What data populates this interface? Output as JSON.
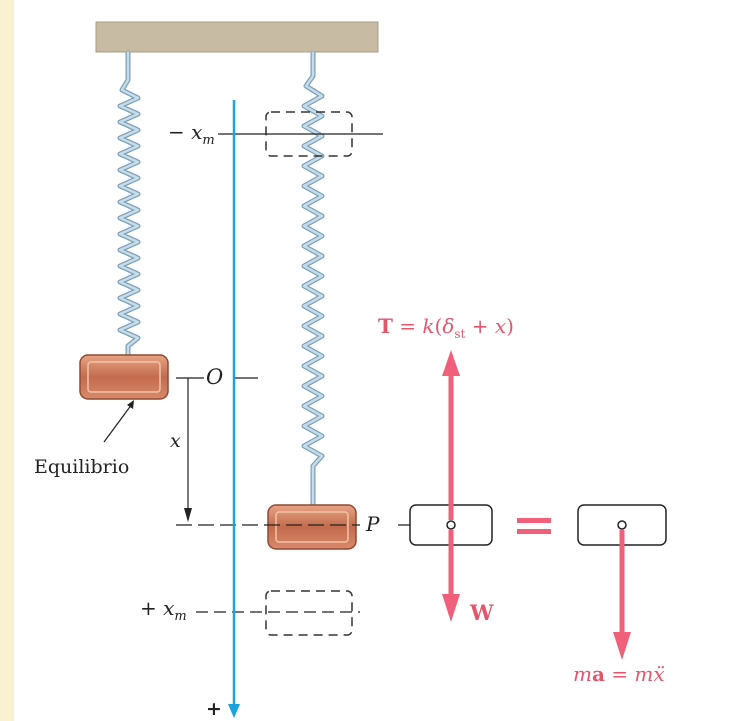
{
  "colors": {
    "background": "#faf0d2",
    "panel": "#ffffff",
    "ceiling": "#c8bba4",
    "spring": "#a9c8da",
    "block": "#c9775a",
    "axis": "#1aa3e0",
    "force": "#f0607a",
    "line": "#222222"
  },
  "labels": {
    "minus_xm_sign": "−",
    "minus_xm_var": "x",
    "minus_xm_sub": "m",
    "origin": "O",
    "x_disp": "x",
    "equilibrium": "Equilibrio",
    "point_p": "P",
    "plus_xm_sign": "+",
    "plus_xm_var": "x",
    "plus_xm_sub": "m",
    "axis_positive": "+",
    "tension_bold": "T",
    "tension_eq": " = ",
    "tension_k": "k",
    "tension_open": "(",
    "tension_delta": "δ",
    "tension_sub": "st",
    "tension_plus": " + ",
    "tension_x": "x",
    "tension_close": ")",
    "weight": "W",
    "equals": "=",
    "ma_m": "m",
    "ma_a": "a",
    "ma_eq": " = ",
    "ma_rhs_m": "m",
    "ma_rhs_x": "ẍ"
  },
  "icons": {
    "arrow_head": "arrow-head-icon",
    "attachment_point": "attachment-point-icon"
  }
}
